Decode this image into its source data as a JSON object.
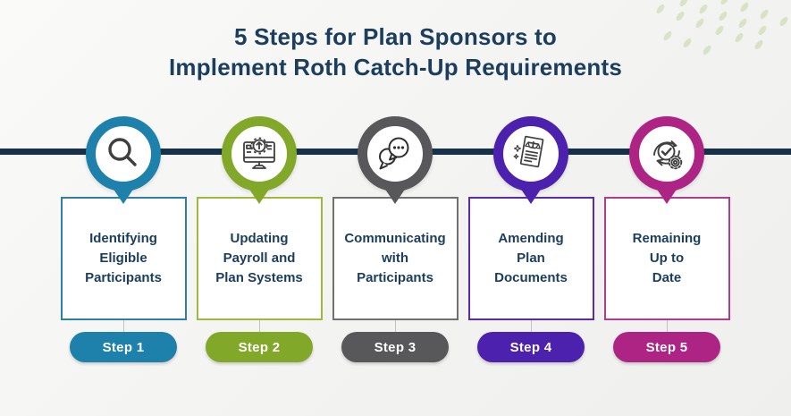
{
  "title": {
    "line1": "5 Steps for Plan Sponsors to",
    "line2": "Implement Roth Catch-Up Requirements"
  },
  "colors": {
    "background": "#f2f2f0",
    "timeline": "#16324a",
    "title_text": "#1b3d5e",
    "card_text": "#1b3d5e",
    "card_background": "#ffffff",
    "icon_stroke": "#3f3f3f",
    "leaf_decoration": "#c6d6a3"
  },
  "steps": [
    {
      "badge": "Step 1",
      "label_lines": [
        "Identifying",
        "Eligible",
        "Participants"
      ],
      "icon": "magnifier-icon",
      "color": "#1e81ab",
      "card_border_color": "#2e7ea6"
    },
    {
      "badge": "Step 2",
      "label_lines": [
        "Updating",
        "Payroll and",
        "Plan Systems"
      ],
      "icon": "payroll-system-icon",
      "color": "#82a82a",
      "card_border_color": "#9fb93e"
    },
    {
      "badge": "Step 3",
      "label_lines": [
        "Communicating",
        "with",
        "Participants"
      ],
      "icon": "chat-bubbles-icon",
      "color": "#58585a",
      "card_border_color": "#707070"
    },
    {
      "badge": "Step 4",
      "label_lines": [
        "Amending",
        "Plan",
        "Documents"
      ],
      "icon": "legal-document-icon",
      "color": "#4b21ad",
      "card_border_color": "#5d2aad"
    },
    {
      "badge": "Step 5",
      "label_lines": [
        "Remaining",
        "Up to",
        "Date"
      ],
      "icon": "refresh-check-icon",
      "color": "#ae2485",
      "card_border_color": "#b23b92"
    }
  ]
}
